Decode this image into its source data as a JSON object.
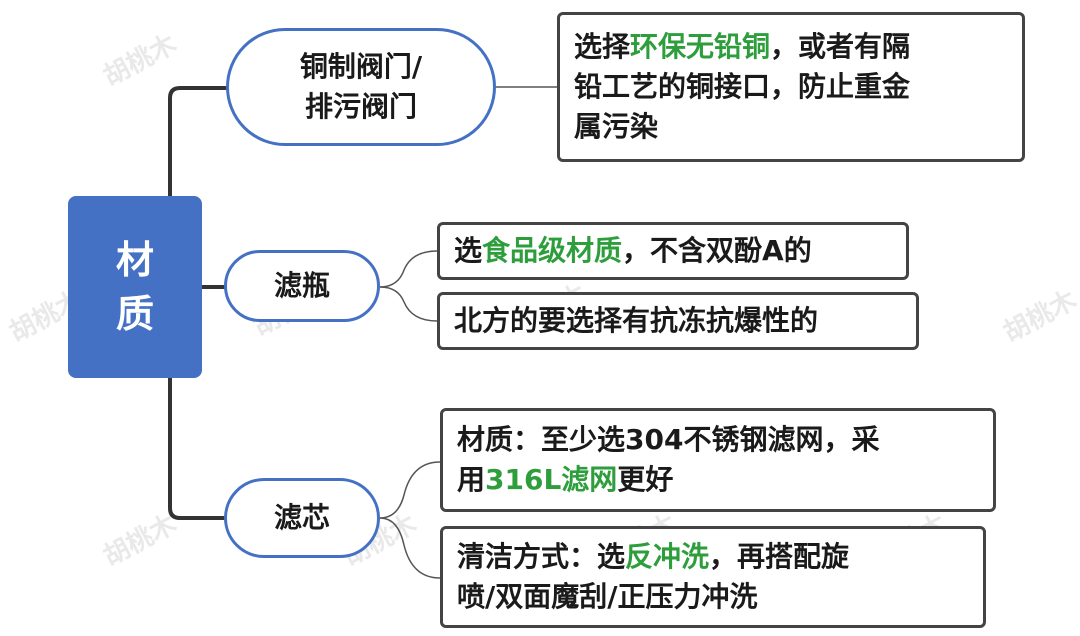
{
  "watermark": "胡桃木",
  "root": {
    "line1": "材",
    "line2": "质"
  },
  "branches": [
    {
      "label_line1": "铜制阀门/",
      "label_line2": "排污阀门",
      "leaves": [
        {
          "line1_a": "选择",
          "line1_hl": "环保无铅铜",
          "line1_b": "，或者有隔",
          "line2": "铅工艺的铜接口，防止重金",
          "line3": "属污染"
        }
      ]
    },
    {
      "label": "滤瓶",
      "leaves": [
        {
          "a": "选",
          "hl": "食品级材质",
          "b": "，不含双酚A的"
        },
        {
          "text": "北方的要选择有抗冻抗爆性的"
        }
      ]
    },
    {
      "label": "滤芯",
      "leaves": [
        {
          "line1": "材质：至少选304不锈钢滤网，采",
          "line2_a": "用",
          "line2_hl": "316L滤网",
          "line2_b": "更好"
        },
        {
          "line1_a": "清洁方式：选",
          "line1_hl": "反冲洗",
          "line1_b": "，再搭配旋",
          "line2": "喷/双面魔刮/正压力冲洗"
        }
      ]
    }
  ],
  "colors": {
    "root_fill": "#4471c4",
    "branch_border": "#4471c4",
    "leaf_border": "#444444",
    "highlight": "#2e9e3d",
    "connector": "#333333"
  }
}
